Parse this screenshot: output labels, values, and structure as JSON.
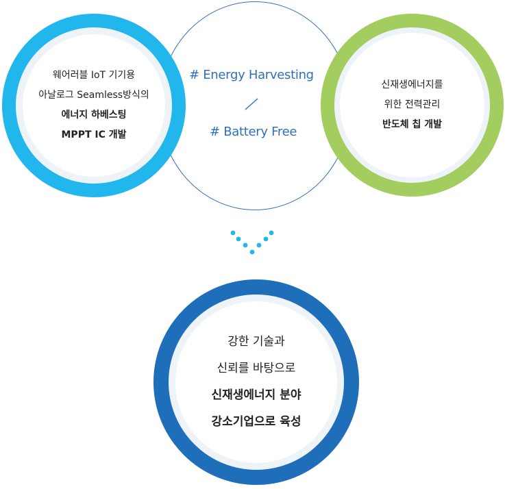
{
  "left_circle": {
    "lines": [
      "웨어러블 IoT 기기용",
      "아날로그 Seamless방식의",
      "에너지 하베스팅",
      "MPPT IC 개발"
    ]
  },
  "center": {
    "tag_top": "# Energy Harvesting",
    "tag_bottom": "# Battery Free"
  },
  "right_circle": {
    "lines": [
      "신재생에너지를",
      "위한 전력관리",
      "반도체 칩 개발"
    ]
  },
  "bottom_circle": {
    "lines": [
      "강한 기술과",
      "신뢰를 바탕으로",
      "신재생에너지 분야",
      "강소기업으로 육성"
    ]
  },
  "colors": {
    "left_ring": "#21b6ec",
    "right_ring": "#a3cd5f",
    "bottom_ring": "#1e6eba",
    "accent_text": "#2f6fb8"
  }
}
